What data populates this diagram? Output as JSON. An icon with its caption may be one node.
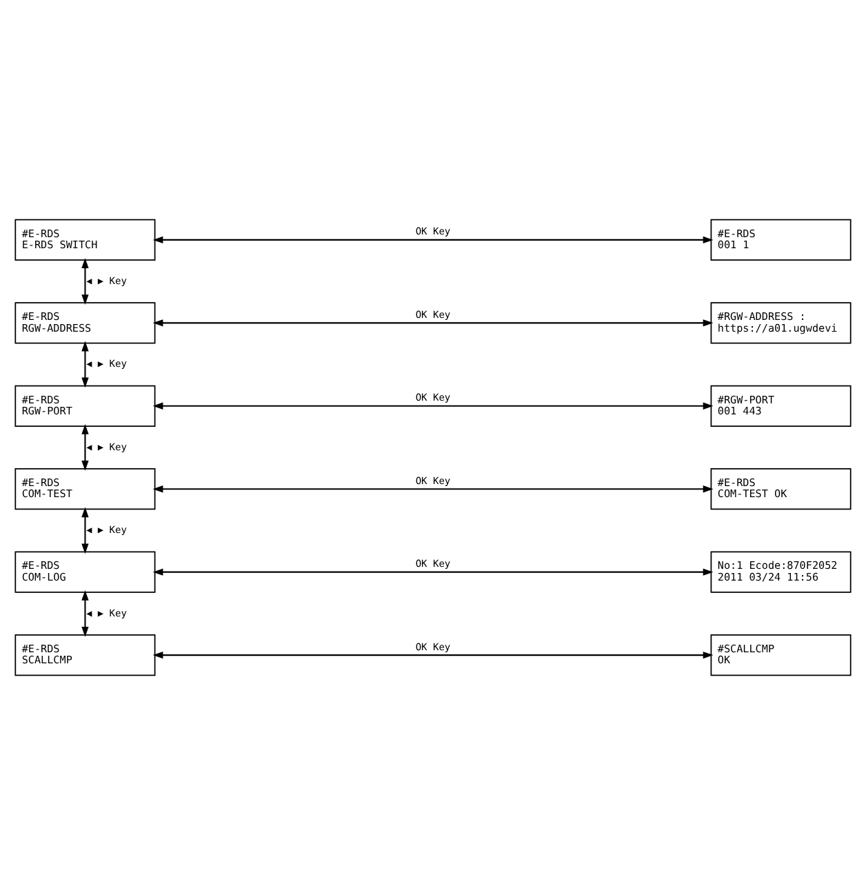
{
  "diagram": {
    "nodes": [
      {
        "text": [
          "#E-RDS",
          "E-RDS SWITCH"
        ]
      },
      {
        "text": [
          "#E-RDS",
          "001 1"
        ]
      },
      {
        "text": [
          "#E-RDS",
          "RGW-ADDRESS"
        ]
      },
      {
        "text": [
          "#RGW-ADDRESS :",
          "https://a01.ugwdevi"
        ]
      },
      {
        "text": [
          "#E-RDS",
          "RGW-PORT"
        ]
      },
      {
        "text": [
          "#RGW-PORT",
          "001 443"
        ]
      },
      {
        "text": [
          "#E-RDS",
          "COM-TEST"
        ]
      },
      {
        "text": [
          "#E-RDS",
          "COM-TEST OK"
        ]
      },
      {
        "text": [
          "#E-RDS",
          "COM-LOG"
        ]
      },
      {
        "text": [
          "No:1 Ecode:870F2052",
          "2011 03/24 11:56"
        ]
      },
      {
        "text": [
          "#E-RDS",
          "SCALLCMP"
        ]
      },
      {
        "text": [
          "#SCALLCMP",
          "OK"
        ]
      }
    ],
    "edges": [
      {
        "from": 0,
        "to": 1,
        "arrow": "both",
        "label": "OK Key"
      },
      {
        "from": 0,
        "to": 2,
        "arrow": "both",
        "label": "◀ ▶ Key"
      },
      {
        "from": 2,
        "to": 3,
        "arrow": "both",
        "label": "OK Key"
      },
      {
        "from": 2,
        "to": 4,
        "arrow": "both",
        "label": "◀ ▶ Key"
      },
      {
        "from": 4,
        "to": 5,
        "arrow": "both",
        "label": "OK Key"
      },
      {
        "from": 4,
        "to": 6,
        "arrow": "both",
        "label": "◀ ▶ Key"
      },
      {
        "from": 6,
        "to": 7,
        "arrow": "both",
        "label": "OK Key"
      },
      {
        "from": 6,
        "to": 8,
        "arrow": "both",
        "label": "◀ ▶ Key"
      },
      {
        "from": 8,
        "to": 9,
        "arrow": "both",
        "label": "OK Key"
      },
      {
        "from": 8,
        "to": 10,
        "arrow": "both",
        "label": "◀ ▶ Key"
      },
      {
        "from": 10,
        "to": 11,
        "arrow": "both",
        "label": "OK Key"
      }
    ]
  }
}
